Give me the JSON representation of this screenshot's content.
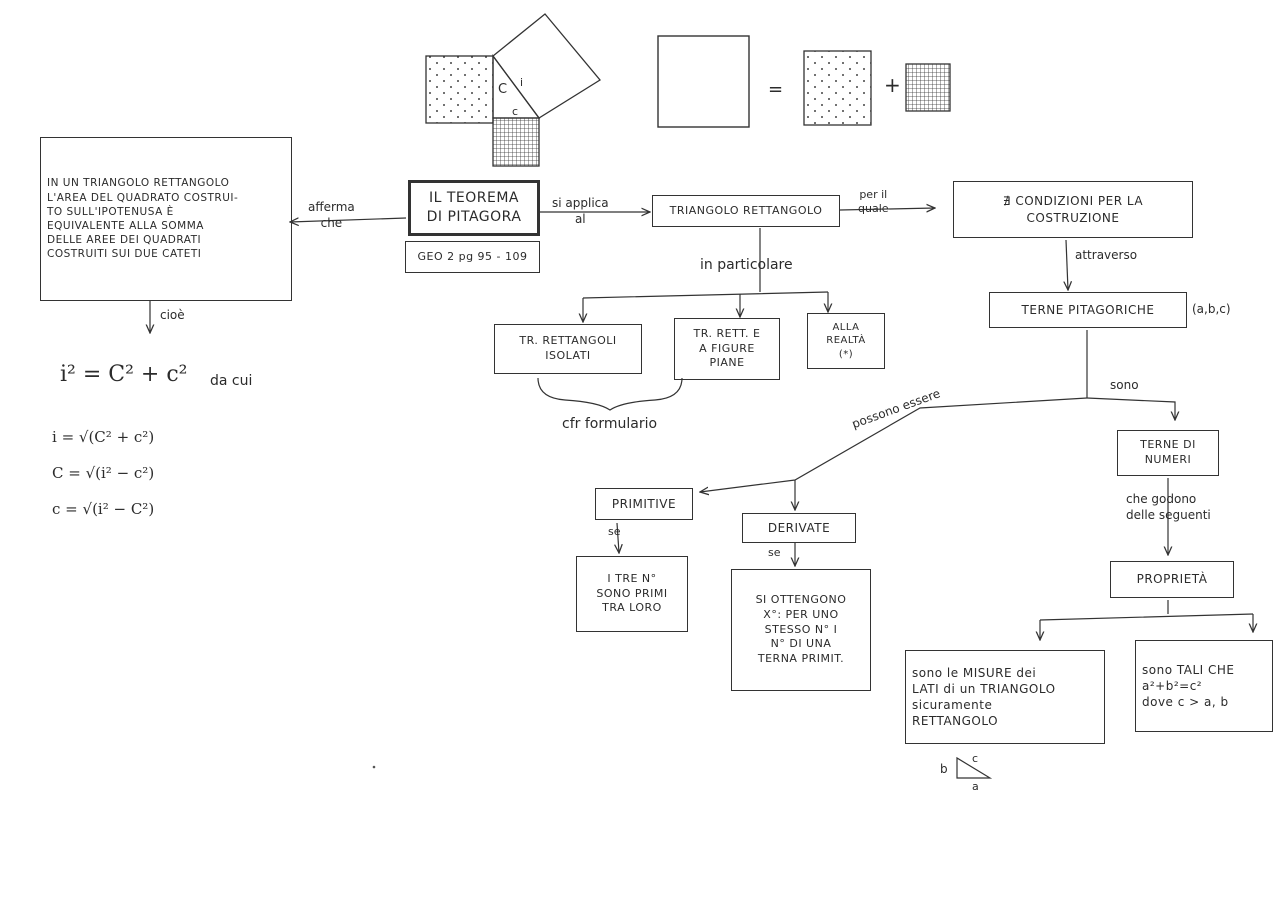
{
  "nodes": {
    "theorem": "IL TEOREMA\nDI PITAGORA",
    "theorem_ref": "GEO 2 pg 95 - 109",
    "statement": "IN UN TRIANGOLO RETTANGOLO\nL'AREA DEL QUADRATO COSTRUI-\nTO SULL'IPOTENUSA È\nEQUIVALENTE ALLA SOMMA\nDELLE AREE DEI QUADRATI\nCOSTRUITI SUI DUE CATETI",
    "right_triangle": "TRIANGOLO RETTANGOLO",
    "conditions": "∄ CONDIZIONI PER LA\nCOSTRUZIONE",
    "triples": "TERNE PITAGORICHE",
    "triples_note": "(a,b,c)",
    "isolated": "TR. RETTANGOLI\nISOLATI",
    "figures": "TR. RETT. E\nA FIGURE\nPIANE",
    "reality": "ALLA\nREALTÀ\n(*)",
    "primitive": "PRIMITIVE",
    "derived": "DERIVATE",
    "primitive_desc": "I TRE N°\nSONO PRIMI\nTRA LORO",
    "derived_desc": "SI OTTENGONO\nX°: PER UNO\nSTESSO N° I\nN° DI UNA\nTERNA PRIMIT.",
    "numbers": "TERNE DI\nNUMERI",
    "properties": "PROPRIETÀ",
    "measures": "sono le MISURE dei\nLATI di un TRIANGOLO\nsicuramente\nRETTANGOLO",
    "such_that": "sono TALI CHE\na²+b²=c²\ndove c > a, b"
  },
  "edges": {
    "afferma_che": "afferma\nche",
    "si_applica_al": "si applica\nal",
    "per_il_quale": "per il\nquale",
    "attraverso": "attraverso",
    "in_particolare": "in particolare",
    "cioe": "cioè",
    "cfr": "cfr formulario",
    "possono_essere": "possono essere",
    "sono": "sono",
    "se_primitive": "se",
    "se_derived": "se",
    "che_godono": "che godono\ndelle seguenti"
  },
  "formulas": {
    "main": "i² = C² + c²",
    "da_cui": "da cui",
    "f1": "i = √(C² + c²)",
    "f2": "C = √(i² − c²)",
    "f3": "c = √(i² − C²)"
  },
  "figure": {
    "eq": "=",
    "plus": "+",
    "tri_side_big": "C",
    "tri_side_hyp": "i",
    "tri_side_small": "c",
    "small_tri_b": "b",
    "small_tri_c": "c",
    "small_tri_a": "a"
  }
}
